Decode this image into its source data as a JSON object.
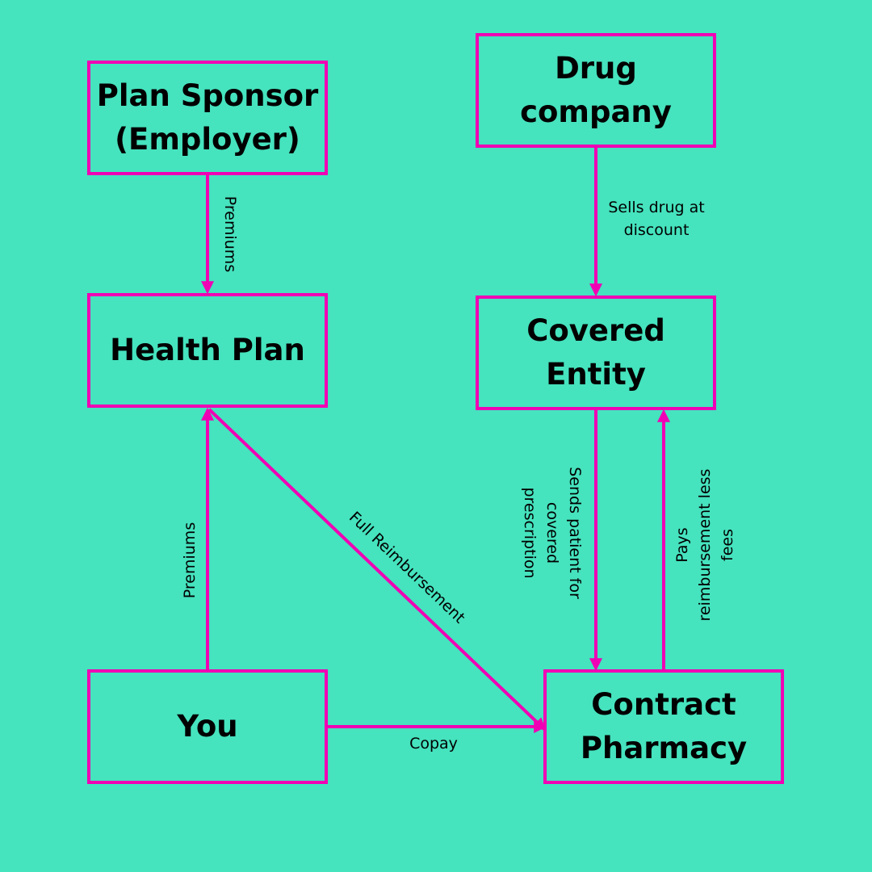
{
  "colors": {
    "background": "#45E3BE",
    "accent": "#F000B4",
    "text": "#000000"
  },
  "nodes": {
    "plan_sponsor": {
      "line1": "Plan Sponsor",
      "line2": "(Employer)"
    },
    "drug_company": {
      "label": "Drug company"
    },
    "health_plan": {
      "label": "Health Plan"
    },
    "covered_entity": {
      "label": "Covered Entity"
    },
    "you": {
      "label": "You"
    },
    "contract_pharmacy": {
      "line1": "Contract",
      "line2": "Pharmacy"
    }
  },
  "edges": {
    "sponsor_to_plan": {
      "label": "Premiums"
    },
    "drug_to_entity": {
      "line1": "Sells drug at",
      "line2": "discount"
    },
    "you_to_plan": {
      "label": "Premiums"
    },
    "plan_to_pharmacy": {
      "label": "Full Reimbursement"
    },
    "entity_to_pharmacy": {
      "line1": "Sends patient for",
      "line2": "covered",
      "line3": "prescription"
    },
    "pharmacy_to_entity": {
      "line1": "Pays",
      "line2": "reimbursement less",
      "line3": "fees"
    },
    "you_to_pharmacy": {
      "label": "Copay"
    }
  }
}
